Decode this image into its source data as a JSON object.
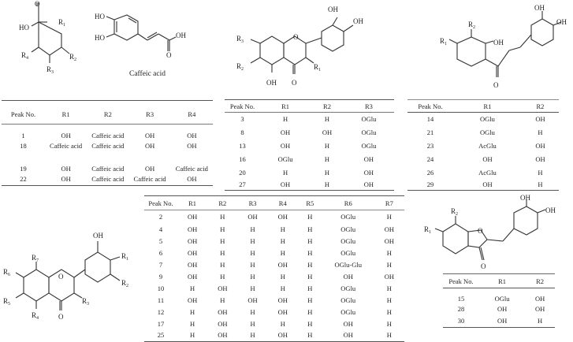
{
  "structures": {
    "quinic": {
      "labels": [
        "HO",
        "R1",
        "R2",
        "R3",
        "R4",
        "O"
      ]
    },
    "caffeic": {
      "name": "Caffeic acid",
      "labels": [
        "HO",
        "HO",
        "OH",
        "O"
      ]
    },
    "flavone": {
      "labels": [
        "OH",
        "OH",
        "R3",
        "R2",
        "R1",
        "OH",
        "O",
        "O"
      ]
    },
    "chalcone": {
      "labels": [
        "OH",
        "OH",
        "R2",
        "R1",
        "OH",
        "O"
      ]
    },
    "flavanone": {
      "labels": [
        "OH",
        "R1",
        "R2",
        "R7",
        "R6",
        "R5",
        "R4",
        "R3",
        "O",
        "O"
      ]
    },
    "aurone": {
      "labels": [
        "OH",
        "OH",
        "R2",
        "R1",
        "O",
        "O"
      ]
    }
  },
  "tables": {
    "caffeoylquinic": {
      "headers": [
        "Peak No.",
        "R1",
        "R2",
        "R3",
        "R4"
      ],
      "rows": [
        [
          "1",
          "OH",
          "Caffeic acid",
          "OH",
          "OH"
        ],
        [
          "18",
          "Caffeic acid",
          "Caffeic acid",
          "OH",
          "OH"
        ],
        [
          "19",
          "OH",
          "Caffeic acid",
          "OH",
          "Caffeic acid"
        ],
        [
          "22",
          "OH",
          "Caffeic acid",
          "Caffeic acid",
          "OH"
        ]
      ]
    },
    "flavone": {
      "headers": [
        "Peak No.",
        "R1",
        "R2",
        "R3"
      ],
      "rows": [
        [
          "3",
          "H",
          "H",
          "OGlu"
        ],
        [
          "8",
          "OH",
          "OH",
          "OGlu"
        ],
        [
          "13",
          "OH",
          "H",
          "OGlu"
        ],
        [
          "16",
          "OGlu",
          "H",
          "OH"
        ],
        [
          "20",
          "H",
          "H",
          "OH"
        ],
        [
          "27",
          "OH",
          "H",
          "OH"
        ]
      ]
    },
    "chalcone": {
      "headers": [
        "Peak No.",
        "R1",
        "R2"
      ],
      "rows": [
        [
          "14",
          "OGlu",
          "OH"
        ],
        [
          "21",
          "OGlu",
          "H"
        ],
        [
          "23",
          "AcGlu",
          "OH"
        ],
        [
          "24",
          "OH",
          "OH"
        ],
        [
          "26",
          "AcGlu",
          "H"
        ],
        [
          "29",
          "OH",
          "H"
        ]
      ]
    },
    "flavanone": {
      "headers": [
        "Peak No.",
        "R1",
        "R2",
        "R3",
        "R4",
        "R5",
        "R6",
        "R7"
      ],
      "rows": [
        [
          "2",
          "OH",
          "H",
          "OH",
          "OH",
          "H",
          "OGlu",
          "H"
        ],
        [
          "4",
          "OH",
          "H",
          "H",
          "H",
          "H",
          "OGlu",
          "OH"
        ],
        [
          "5",
          "OH",
          "H",
          "H",
          "H",
          "H",
          "OGlu",
          "OH"
        ],
        [
          "6",
          "OH",
          "H",
          "H",
          "H",
          "H",
          "OGlu",
          "H"
        ],
        [
          "7",
          "OH",
          "H",
          "H",
          "OH",
          "H",
          "OGlu-Glu",
          "H"
        ],
        [
          "9",
          "OH",
          "H",
          "H",
          "H",
          "H",
          "OH",
          "OH"
        ],
        [
          "10",
          "H",
          "OH",
          "H",
          "H",
          "H",
          "OGlu",
          "H"
        ],
        [
          "11",
          "OH",
          "H",
          "OH",
          "OH",
          "H",
          "OGlu",
          "H"
        ],
        [
          "12",
          "H",
          "OH",
          "H",
          "OH",
          "H",
          "OGlu",
          "H"
        ],
        [
          "17",
          "H",
          "OH",
          "H",
          "H",
          "H",
          "OH",
          "H"
        ],
        [
          "25",
          "H",
          "OH",
          "H",
          "OH",
          "H",
          "OH",
          "H"
        ]
      ]
    },
    "aurone": {
      "headers": [
        "Peak No.",
        "R1",
        "R2"
      ],
      "rows": [
        [
          "15",
          "OGlu",
          "OH"
        ],
        [
          "28",
          "OH",
          "OH"
        ],
        [
          "30",
          "OH",
          "H"
        ]
      ]
    }
  }
}
